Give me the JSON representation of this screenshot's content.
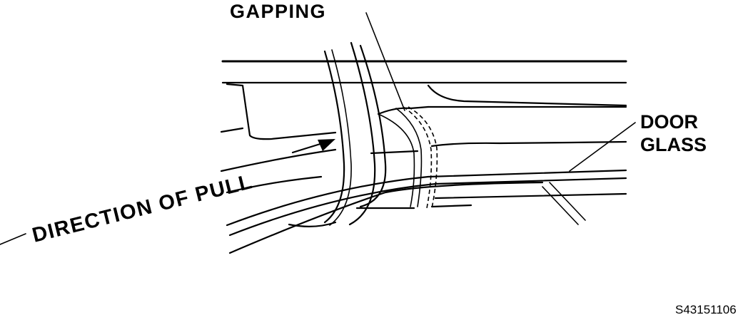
{
  "labels": {
    "gapping": "GAPPING",
    "door_glass_line1": "DOOR",
    "door_glass_line2": "GLASS",
    "direction_of_pull": "DIRECTION OF PULL",
    "figure_code": "S43151106"
  },
  "colors": {
    "ink": "#000000",
    "background": "#ffffff"
  }
}
